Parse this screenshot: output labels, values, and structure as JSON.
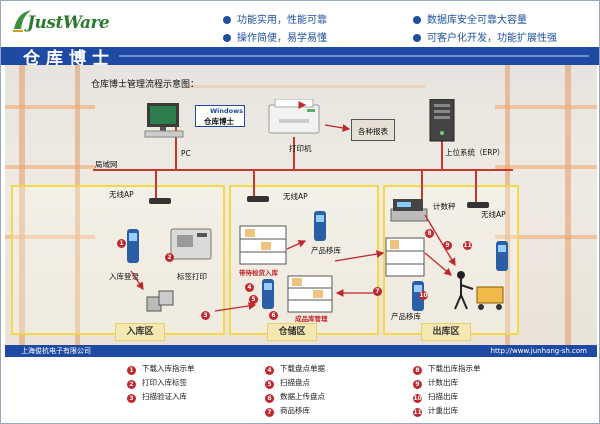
{
  "header": {
    "logo_text": "JustWare",
    "title": "仓库博士",
    "slogans": [
      "功能实用，性能可靠",
      "数据库安全可靠大容量",
      "操作简便，易学易懂",
      "可客户化开发，功能扩展性强"
    ]
  },
  "diagram": {
    "caption": "仓库博士管理流程示意图：",
    "pc": "PC",
    "software_badge_top": "Windows",
    "software_badge": "仓库博士",
    "printer": "打印机",
    "reports": "各种报表",
    "erp": "上位系统（ERP）",
    "lan": "局域网",
    "ap1": "无线AP",
    "ap2": "无线AP",
    "ap3": "无线AP",
    "scale": "计数秤",
    "inbound_reg": "入库登录",
    "label_print": "标签打印",
    "product_move1": "产品移库",
    "product_move2": "产品移库",
    "pending_tag": "带待检货入库",
    "finished_tag": "成品库管理",
    "zones": [
      "入库区",
      "仓储区",
      "出库区"
    ]
  },
  "footer": {
    "company": "上海俊杭电子有限公司",
    "url": "http://www.junhang-sh.com"
  },
  "legend": [
    {
      "n": "1",
      "text": "下载入库指示单"
    },
    {
      "n": "2",
      "text": "打印入库标签"
    },
    {
      "n": "3",
      "text": "扫描验证入库"
    },
    {
      "n": "4",
      "text": "下载盘点单据"
    },
    {
      "n": "5",
      "text": "扫描盘点"
    },
    {
      "n": "6",
      "text": "数据上传盘点"
    },
    {
      "n": "7",
      "text": "商品移库"
    },
    {
      "n": "8",
      "text": "下载出库指示单"
    },
    {
      "n": "9",
      "text": "计数出库"
    },
    {
      "n": "10",
      "text": "扫描出库"
    },
    {
      "n": "11",
      "text": "计重出库"
    }
  ],
  "colors": {
    "brand_blue": "#1f4aa3",
    "badge_red": "#c1272d",
    "zone_yellow": "#f3d84a"
  }
}
